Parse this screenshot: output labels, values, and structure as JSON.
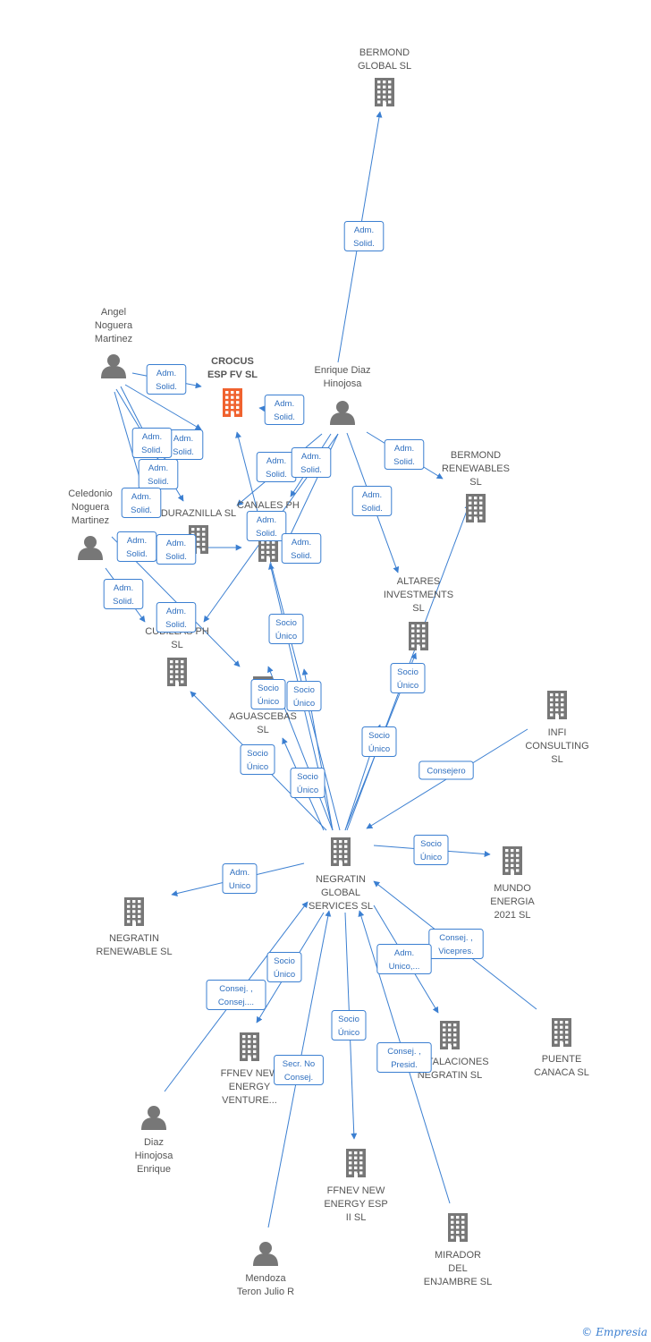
{
  "colors": {
    "edge": "#3b7fd1",
    "company": "#777777",
    "focus_company": "#f0622f",
    "person": "#777777",
    "label": "#555555"
  },
  "nodes": [
    {
      "id": "bermond_global",
      "type": "company",
      "label": [
        "BERMOND",
        "GLOBAL SL"
      ]
    },
    {
      "id": "crocus",
      "type": "company",
      "focus": true,
      "label": [
        "CROCUS",
        "ESP FV SL"
      ]
    },
    {
      "id": "angel",
      "type": "person",
      "label": [
        "Angel",
        "Noguera",
        "Martinez"
      ]
    },
    {
      "id": "enrique",
      "type": "person",
      "label": [
        "Enrique Diaz",
        "Hinojosa"
      ]
    },
    {
      "id": "bermond_renew",
      "type": "company",
      "label": [
        "BERMOND",
        "RENEWABLES",
        "SL"
      ]
    },
    {
      "id": "celedonio",
      "type": "person",
      "label": [
        "Celedonio",
        "Noguera",
        "Martinez"
      ]
    },
    {
      "id": "duraznilla",
      "type": "company",
      "label": [
        "DURAZNILLA SL"
      ]
    },
    {
      "id": "canales",
      "type": "company",
      "label": [
        "CANALES PH"
      ]
    },
    {
      "id": "altares",
      "type": "company",
      "label": [
        "ALTARES",
        "INVESTMENTS",
        "SL"
      ]
    },
    {
      "id": "cubillas",
      "type": "company",
      "label": [
        "CUBILLAS PH",
        "SL"
      ]
    },
    {
      "id": "aguascebas",
      "type": "company",
      "label": [
        "AGUASCEBAS",
        "SL"
      ]
    },
    {
      "id": "infi",
      "type": "company",
      "label": [
        "INFI",
        "CONSULTING",
        "SL"
      ]
    },
    {
      "id": "negratin",
      "type": "company",
      "label": [
        "NEGRATIN",
        "GLOBAL",
        "SERVICES SL"
      ]
    },
    {
      "id": "mundo",
      "type": "company",
      "label": [
        "MUNDO",
        "ENERGIA",
        "2021 SL"
      ]
    },
    {
      "id": "negratin_renew",
      "type": "company",
      "label": [
        "NEGRATIN",
        "RENEWABLE SL"
      ]
    },
    {
      "id": "ffnev_venture",
      "type": "company",
      "label": [
        "FFNEV NEW",
        "ENERGY",
        "VENTURE..."
      ]
    },
    {
      "id": "instalaciones",
      "type": "company",
      "label": [
        "INSTALACIONES",
        "NEGRATIN SL"
      ]
    },
    {
      "id": "puente",
      "type": "company",
      "label": [
        "PUENTE",
        "CANACA SL"
      ]
    },
    {
      "id": "diaz_person",
      "type": "person",
      "label": [
        "Diaz",
        "Hinojosa",
        "Enrique"
      ]
    },
    {
      "id": "ffnev_ii",
      "type": "company",
      "label": [
        "FFNEV NEW",
        "ENERGY ESP",
        "II SL"
      ]
    },
    {
      "id": "mirador",
      "type": "company",
      "label": [
        "MIRADOR",
        "DEL",
        "ENJAMBRE SL"
      ]
    },
    {
      "id": "mendoza",
      "type": "person",
      "label": [
        "Mendoza",
        "Teron Julio R"
      ]
    }
  ],
  "relations": [
    {
      "id": "r1",
      "label": [
        "Adm.",
        "Solid."
      ]
    },
    {
      "id": "r2",
      "label": [
        "Adm.",
        "Solid."
      ]
    },
    {
      "id": "r3",
      "label": [
        "Adm.",
        "Solid."
      ]
    },
    {
      "id": "r4",
      "label": [
        "Adm.",
        "Solid."
      ]
    },
    {
      "id": "r5",
      "label": [
        "Adm.",
        "Solid."
      ]
    },
    {
      "id": "r6",
      "label": [
        "Adm.",
        "Solid."
      ]
    },
    {
      "id": "r7",
      "label": [
        "Adm.",
        "Solid."
      ]
    },
    {
      "id": "r8",
      "label": [
        "Adm.",
        "Solid."
      ]
    },
    {
      "id": "r9",
      "label": [
        "Adm.",
        "Solid."
      ]
    },
    {
      "id": "r10",
      "label": [
        "Adm.",
        "Solid."
      ]
    },
    {
      "id": "r11",
      "label": [
        "Adm.",
        "Solid."
      ]
    },
    {
      "id": "r12",
      "label": [
        "Adm.",
        "Solid."
      ]
    },
    {
      "id": "r13",
      "label": [
        "Adm.",
        "Solid."
      ]
    },
    {
      "id": "r14",
      "label": [
        "Adm.",
        "Solid."
      ]
    },
    {
      "id": "r15",
      "label": [
        "Adm.",
        "Solid."
      ]
    },
    {
      "id": "r16",
      "label": [
        "Adm.",
        "Solid."
      ]
    },
    {
      "id": "r17",
      "label": [
        "Adm.",
        "Solid."
      ]
    },
    {
      "id": "r18",
      "label": [
        "Socio",
        "Único"
      ]
    },
    {
      "id": "r19",
      "label": [
        "Socio",
        "Único"
      ]
    },
    {
      "id": "r20",
      "label": [
        "Socio",
        "Único"
      ]
    },
    {
      "id": "r21",
      "label": [
        "Socio",
        "Único"
      ]
    },
    {
      "id": "r22",
      "label": [
        "Socio",
        "Único"
      ]
    },
    {
      "id": "r23",
      "label": [
        "Socio",
        "Único"
      ]
    },
    {
      "id": "r24",
      "label": [
        "Socio",
        "Único"
      ]
    },
    {
      "id": "r25",
      "label": [
        "Consejero"
      ]
    },
    {
      "id": "r26",
      "label": [
        "Socio",
        "Único"
      ]
    },
    {
      "id": "r27",
      "label": [
        "Adm.",
        "Unico"
      ]
    },
    {
      "id": "r28",
      "label": [
        "Consej. ,",
        "Vicepres."
      ]
    },
    {
      "id": "r29",
      "label": [
        "Adm.",
        "Unico,..."
      ]
    },
    {
      "id": "r30",
      "label": [
        "Socio",
        "Único"
      ]
    },
    {
      "id": "r31",
      "label": [
        "Consej. ,",
        "Consej...."
      ]
    },
    {
      "id": "r32",
      "label": [
        "Socio",
        "Único"
      ]
    },
    {
      "id": "r33",
      "label": [
        "Secr. No",
        "Consej."
      ]
    },
    {
      "id": "r34",
      "label": [
        "Consej. ,",
        "Presid."
      ]
    }
  ],
  "footer": {
    "copyright": "©",
    "brand": "Empresia"
  }
}
